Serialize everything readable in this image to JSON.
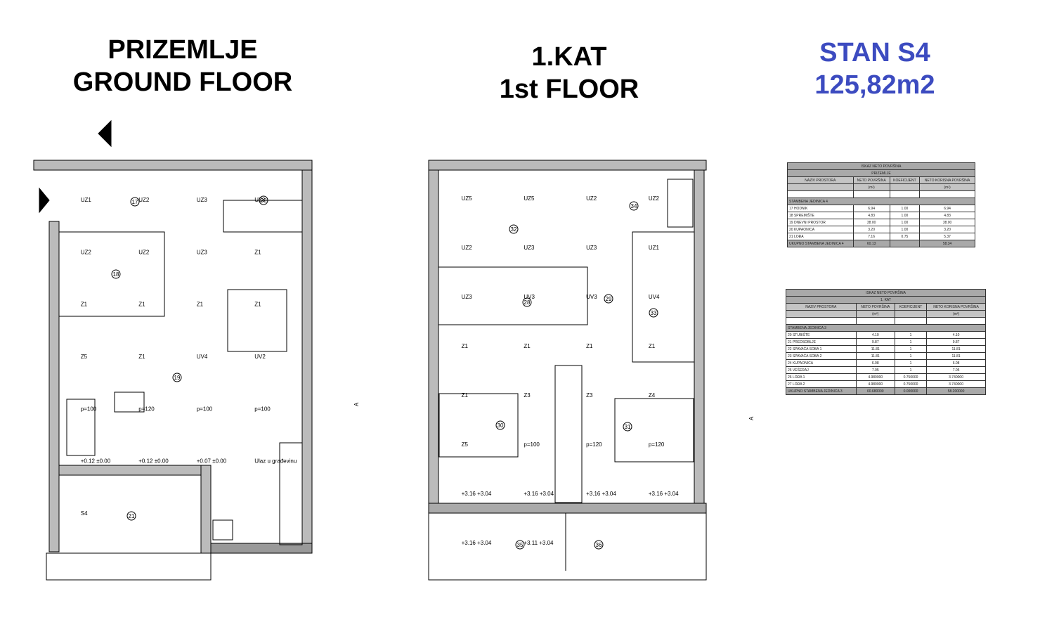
{
  "ground": {
    "title1": "PRIZEMLJE",
    "title2": "GROUND FLOOR",
    "rooms": [
      "17",
      "18",
      "19",
      "20",
      "21"
    ],
    "tags": [
      "UZ1",
      "UZ2",
      "UZ3",
      "UZ3",
      "UZ2",
      "UZ2",
      "UZ3",
      "Z1",
      "Z1",
      "Z1",
      "Z1",
      "Z1",
      "Z5",
      "Z1",
      "UV4",
      "UV2",
      "p=100",
      "p=120",
      "p=100",
      "p=100",
      "+0.12 ±0.00",
      "+0.12 ±0.00",
      "+0.07 ±0.00",
      "Ulaz u građevinu",
      "S4"
    ]
  },
  "first": {
    "title1": "1.KAT",
    "title2": "1st FLOOR",
    "rooms": [
      "28",
      "29",
      "30",
      "31",
      "32",
      "33",
      "34",
      "35",
      "36"
    ],
    "tags": [
      "UZ5",
      "UZ5",
      "UZ2",
      "UZ2",
      "UZ2",
      "UZ3",
      "UZ3",
      "UZ1",
      "UZ3",
      "UV3",
      "UV3",
      "UV4",
      "Z1",
      "Z1",
      "Z1",
      "Z1",
      "Z1",
      "Z3",
      "Z3",
      "Z4",
      "Z5",
      "p=100",
      "p=120",
      "p=120",
      "+3.16 +3.04",
      "+3.16 +3.04",
      "+3.16 +3.04",
      "+3.16 +3.04",
      "+3.16 +3.04",
      "+3.11 +3.04"
    ]
  },
  "section_mark": "A",
  "unit": {
    "name": "STAN S4",
    "area": "125,82m2",
    "color": "#3c4bc0"
  },
  "table_ground": {
    "title": "ISKAZ NETO POVRŠINA",
    "subtitle": "PRIZEMLJE",
    "headers": [
      "NAZIV PROSTORA",
      "NETO POVRŠINA",
      "KOEFICIJENT",
      "NETO KORISNA POVRŠINA"
    ],
    "units": [
      "",
      "(m²)",
      "",
      "(m²)"
    ],
    "group": "STAMBENA JEDINICA 4",
    "rows": [
      [
        "17 HODNIK",
        "6.94",
        "1.00",
        "6.94"
      ],
      [
        "18 SPREMIŠTE",
        "4.83",
        "1.00",
        "4.83"
      ],
      [
        "19 DNEVNI PROSTOR",
        "38.00",
        "1.00",
        "38.00"
      ],
      [
        "20 KUPAONICA",
        "3.20",
        "1.00",
        "3.20"
      ],
      [
        "21 LOĐA",
        "7.16",
        "0.75",
        "5.37"
      ]
    ],
    "total": [
      "UKUPNO  STAMBENA JEDINICA 4",
      "60.13",
      "",
      "58.34"
    ]
  },
  "table_first": {
    "title": "ISKAZ NETO POVRŠINA",
    "subtitle": "1. KAT",
    "headers": [
      "NAZIV PROSTORA",
      "NETO POVRŠINA",
      "KOEFICIJENT",
      "NETO KORISNA POVRŠINA"
    ],
    "units": [
      "",
      "(m²)",
      "",
      "(m²)"
    ],
    "group": "STAMBENA JEDINICA 3",
    "rows": [
      [
        "20 STUBIŠTE",
        "4.10",
        "1",
        "4.10"
      ],
      [
        "21 PREDSOBLJE",
        "9.87",
        "1",
        "9.87"
      ],
      [
        "22 SPAVAĆA SOBA 1",
        "11.81",
        "1",
        "11.81"
      ],
      [
        "23 SPAVAĆA SOBA 2",
        "11.81",
        "1",
        "11.81"
      ],
      [
        "24 KUPAONICA",
        "6.08",
        "1",
        "6.08"
      ],
      [
        "25 VEŠERAJ",
        "7.05",
        "1",
        "7.05"
      ],
      [
        "26 LOĐA 1",
        "4.980000",
        "0.750000",
        "3.740000"
      ],
      [
        "27 LOĐA 2",
        "4.980000",
        "0.750000",
        "3.740000"
      ]
    ],
    "total": [
      "UKUPNO  STAMBENA JEDINICA 3",
      "60.680000",
      "0.000000",
      "58.200000"
    ]
  }
}
